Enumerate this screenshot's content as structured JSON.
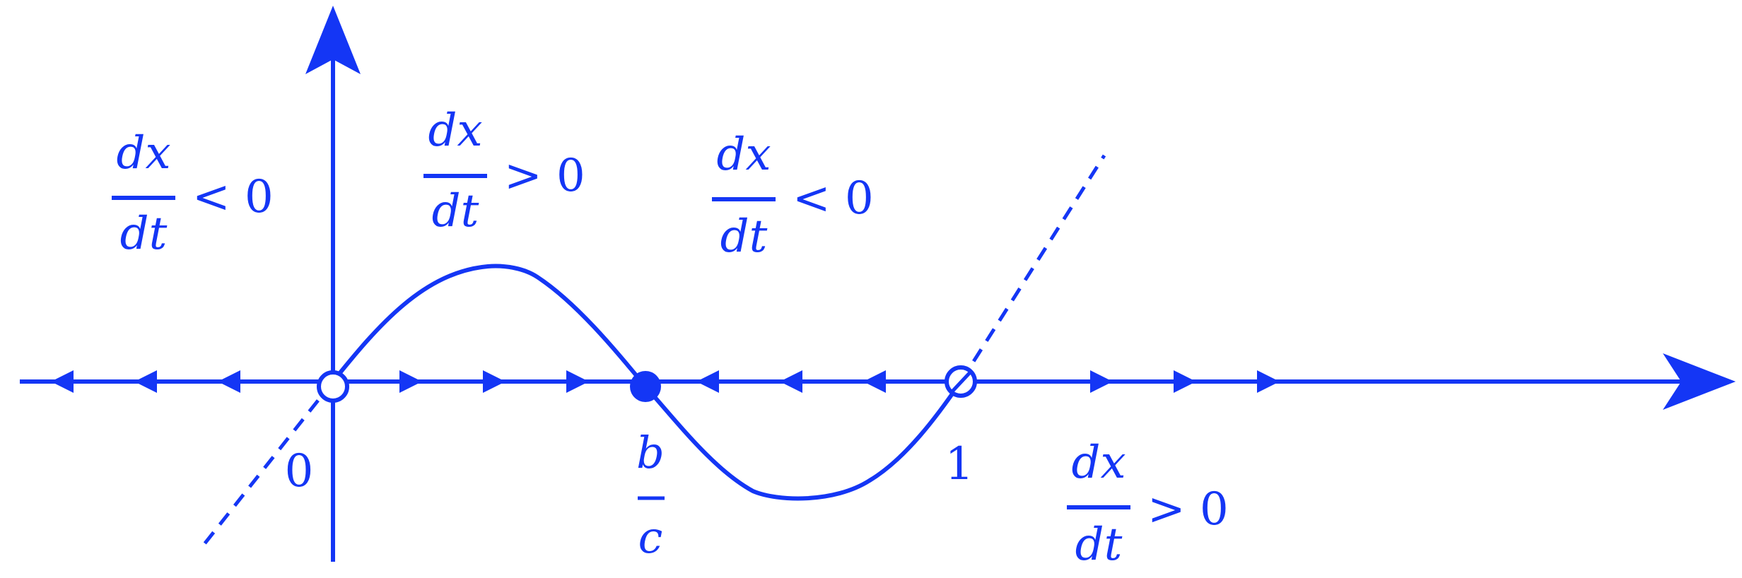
{
  "colors": {
    "ink": "#1436f5",
    "background": "#ffffff"
  },
  "labels": {
    "origin": "0",
    "one": "1",
    "b_over_c": {
      "numerator": "b",
      "denominator": "c"
    }
  },
  "region_labels": [
    {
      "id": "left",
      "numerator": "dx",
      "denominator": "dt",
      "relation": "< 0"
    },
    {
      "id": "zero-to-bc",
      "numerator": "dx",
      "denominator": "dt",
      "relation": "> 0"
    },
    {
      "id": "bc-to-one",
      "numerator": "dx",
      "denominator": "dt",
      "relation": "< 0"
    },
    {
      "id": "right",
      "numerator": "dx",
      "denominator": "dt",
      "relation": "> 0"
    }
  ],
  "equilibria": [
    {
      "at": "0",
      "stability": "unstable",
      "marker": "open-circle"
    },
    {
      "at": "b/c",
      "stability": "stable",
      "marker": "filled-circle"
    },
    {
      "at": "1",
      "stability": "unstable",
      "marker": "open-circle"
    }
  ],
  "flow_directions": [
    {
      "interval": "x < 0",
      "direction": "left"
    },
    {
      "interval": "0 < x < b/c",
      "direction": "right"
    },
    {
      "interval": "b/c < x < 1",
      "direction": "left"
    },
    {
      "interval": "x > 1",
      "direction": "right"
    }
  ]
}
